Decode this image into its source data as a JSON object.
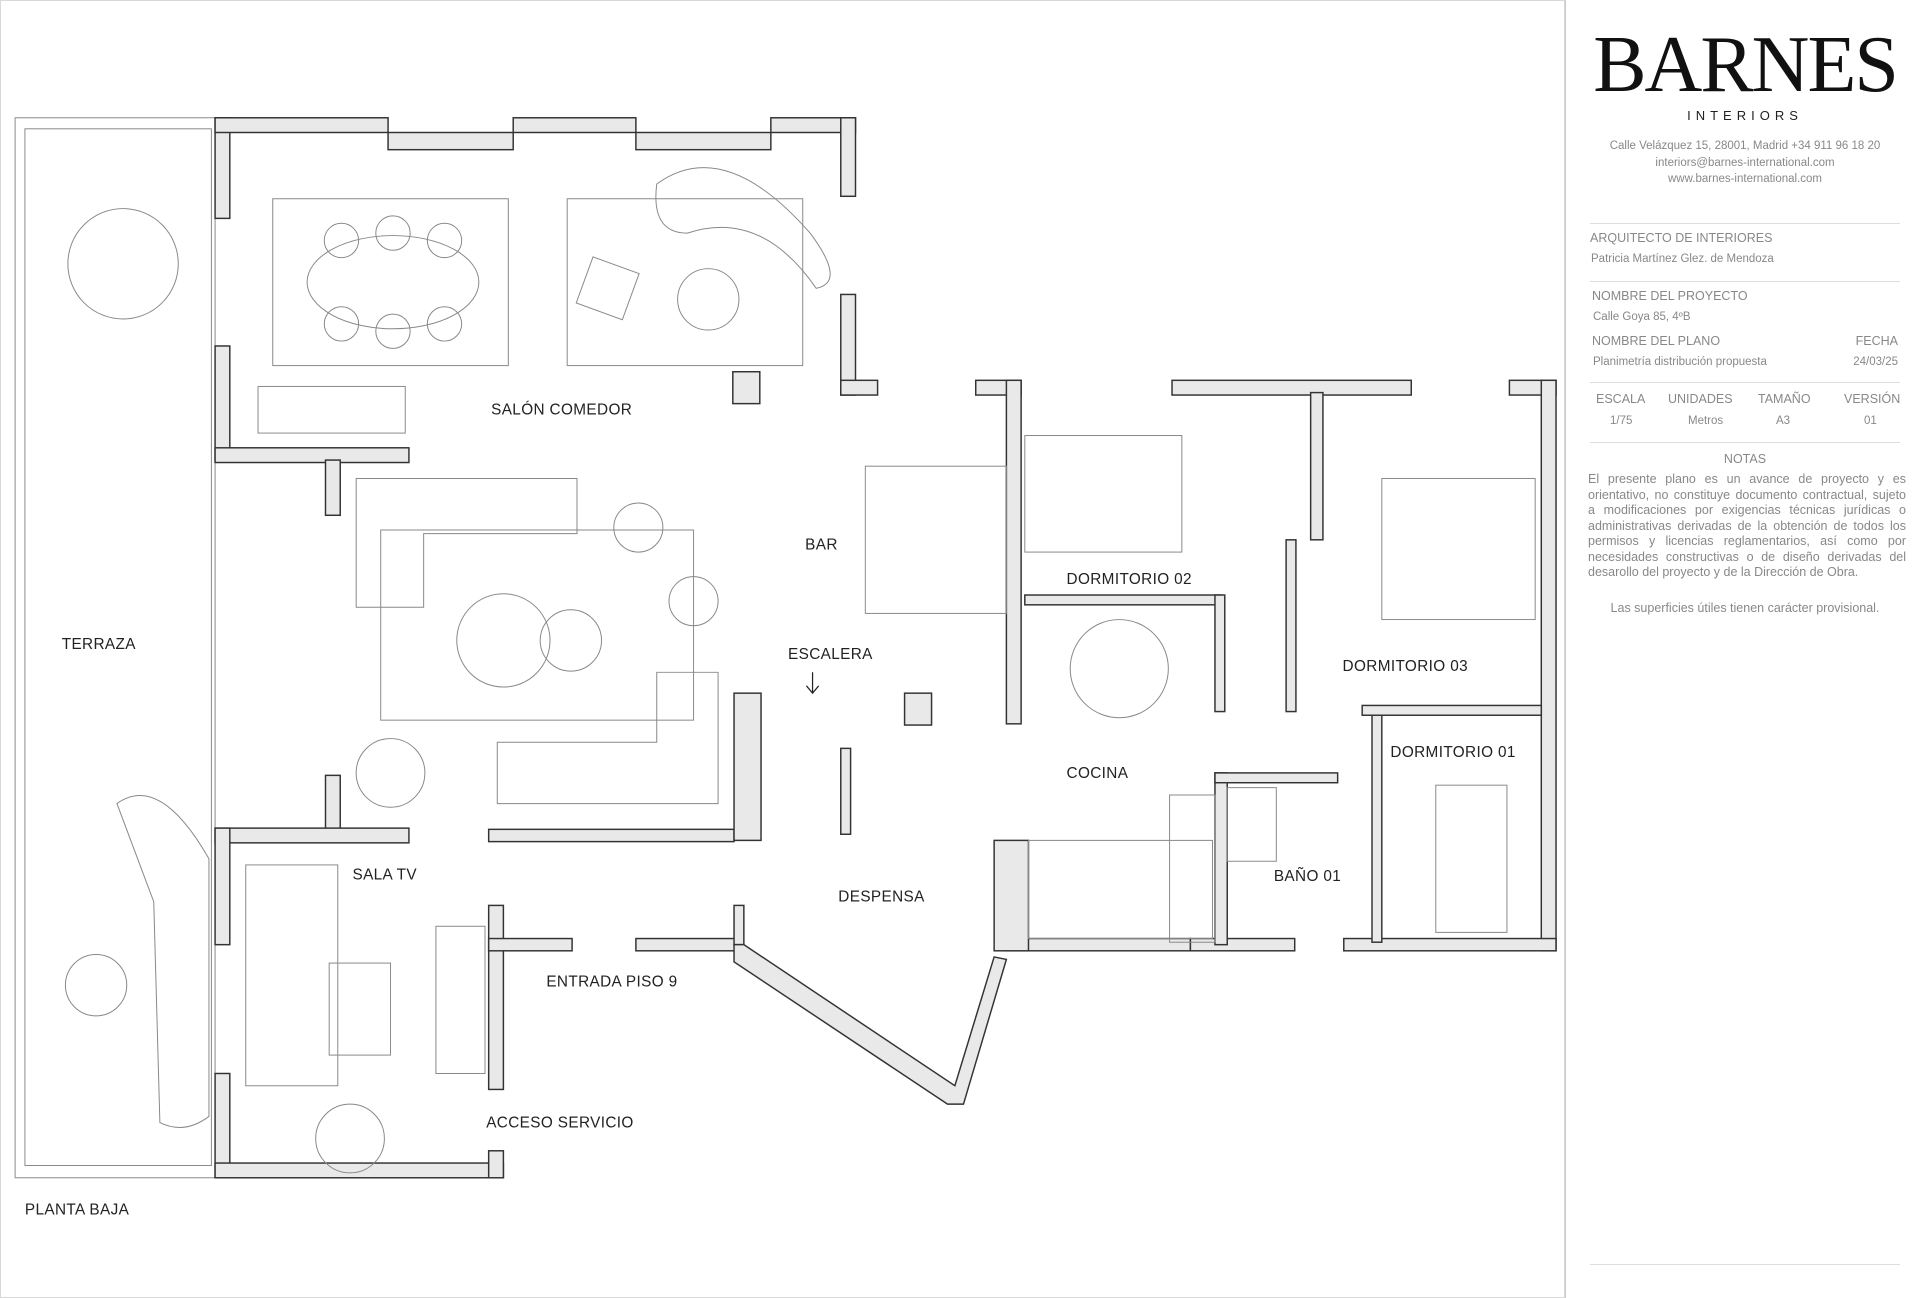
{
  "brand": {
    "name": "BARNES",
    "subtitle": "INTERIORS",
    "address": "Calle Velázquez 15, 28001, Madrid +34 911 96 18 20",
    "email": "interiors@barnes-international.com",
    "web": "www.barnes-international.com"
  },
  "info": {
    "architect_label": "ARQUITECTO DE INTERIORES",
    "architect": "Patricia Martínez Glez. de Mendoza",
    "project_label": "NOMBRE DEL PROYECTO",
    "project": "Calle Goya 85, 4ºB",
    "plan_label": "NOMBRE DEL PLANO",
    "plan": "Planimetría distribución propuesta",
    "date_label": "FECHA",
    "date": "24/03/25",
    "scale_label": "ESCALA",
    "scale": "1/75",
    "units_label": "UNIDADES",
    "units": "Metros",
    "size_label": "TAMAÑO",
    "size": "A3",
    "version_label": "VERSIÓN",
    "version": "01"
  },
  "notes": {
    "title": "NOTAS",
    "body": "El presente plano es un avance de proyecto y es orientativo, no constituye documento contractual, sujeto a modificaciones por exigencias técnicas jurídicas o administrativas derivadas de la obtención de todos los permisos y licencias reglamentarios, así como por necesidades constructivas o de diseño derivadas del desarollo del proyecto y de la Dirección de Obra.",
    "footer": "Las superficies útiles tienen carácter provisional."
  },
  "rooms": {
    "terraza": "TERRAZA",
    "salon": "SALÓN COMEDOR",
    "bar": "BAR",
    "escalera": "ESCALERA",
    "dorm02": "DORMITORIO 02",
    "dorm03": "DORMITORIO 03",
    "dorm01": "DORMITORIO 01",
    "cocina": "COCINA",
    "bano": "BAÑO 01",
    "salatv": "SALA TV",
    "despensa": "DESPENSA",
    "entrada": "ENTRADA PISO 9",
    "acceso": "ACCESO SERVICIO",
    "planta": "PLANTA BAJA"
  }
}
